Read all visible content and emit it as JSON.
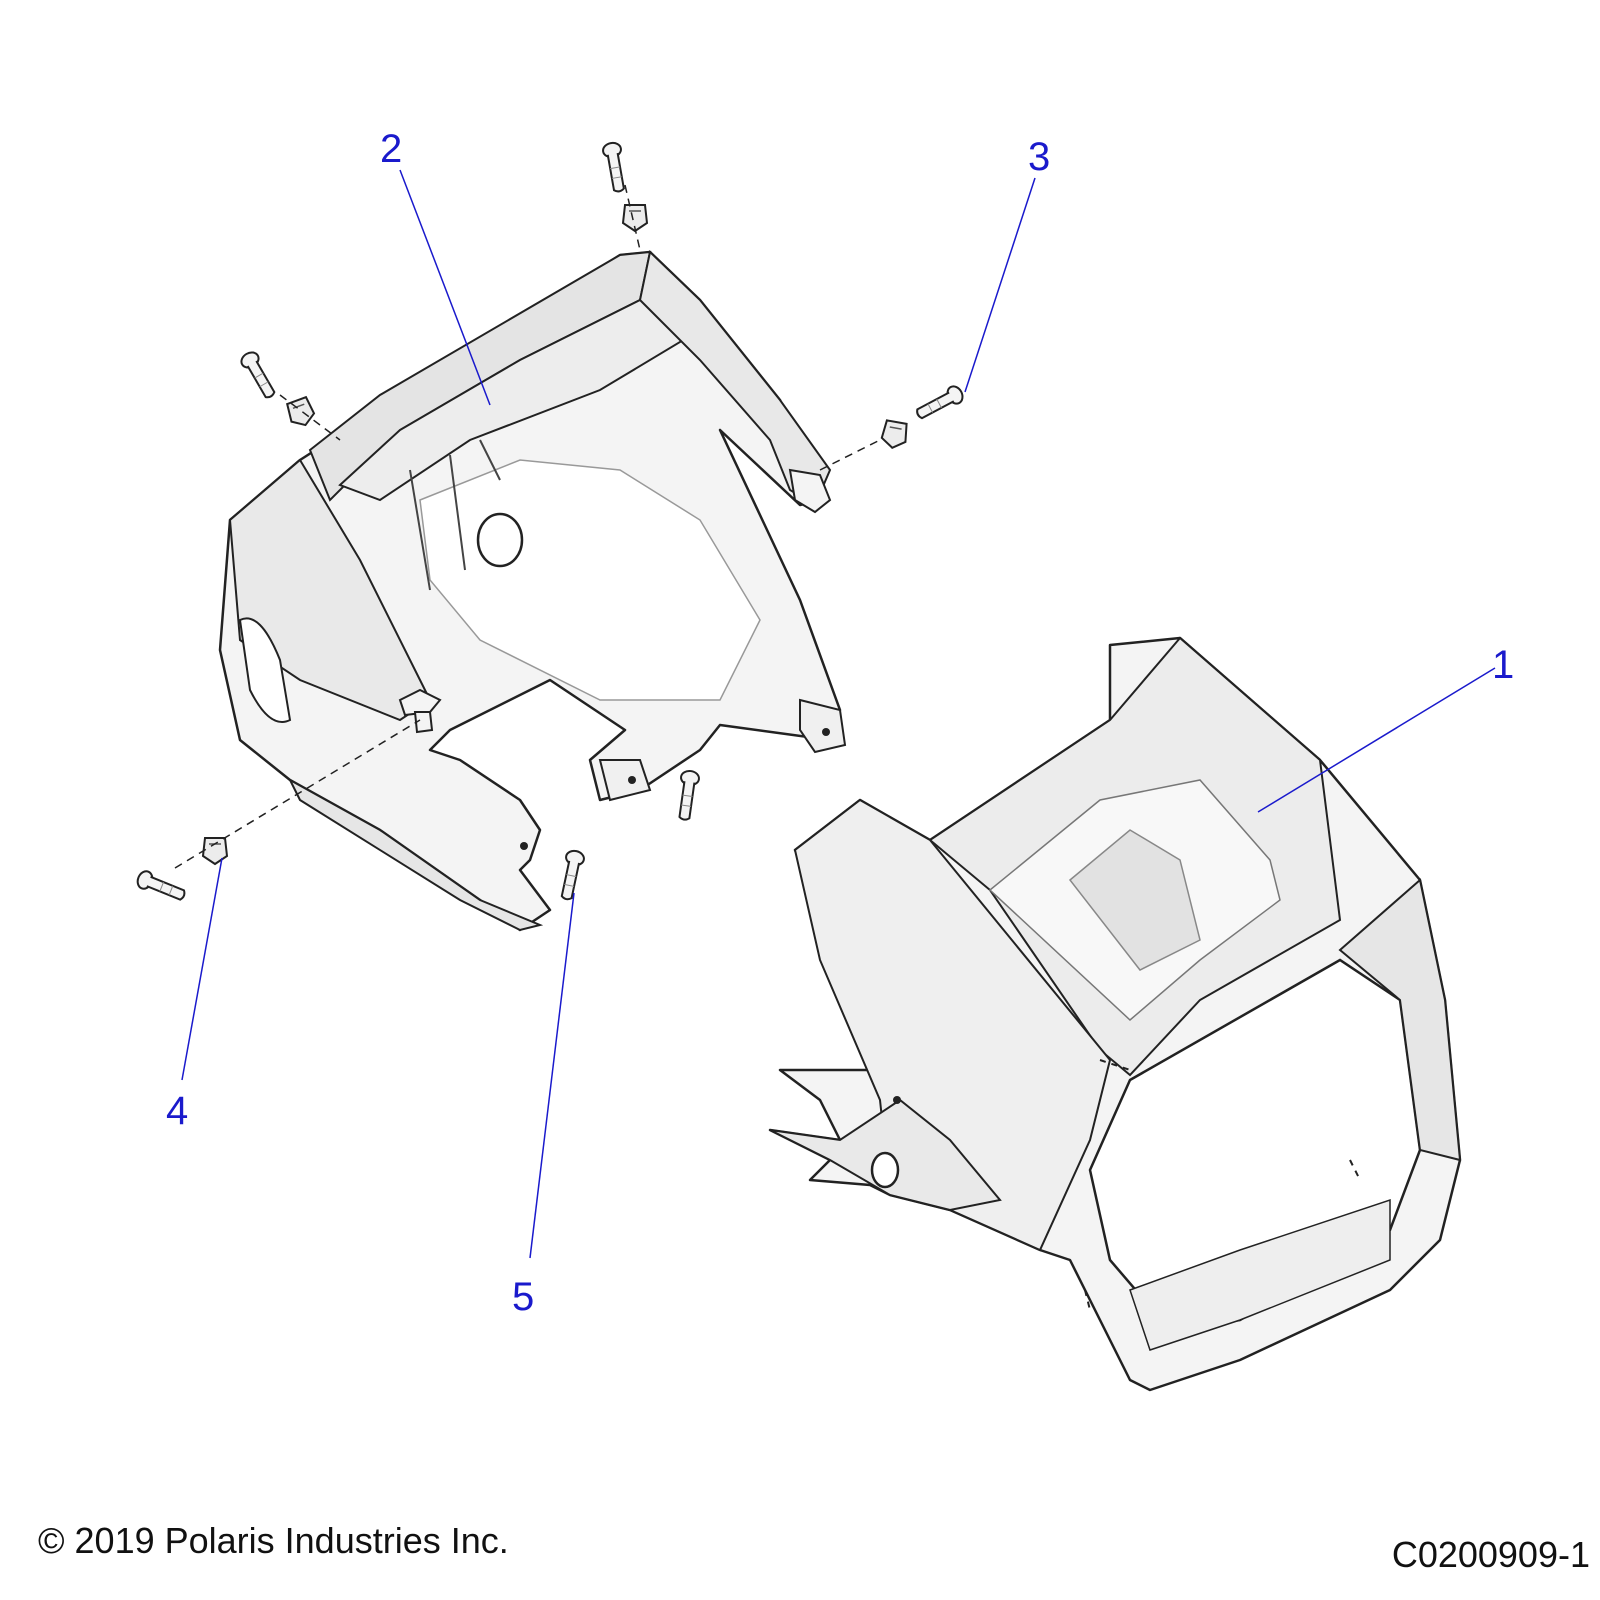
{
  "diagram": {
    "callouts": [
      {
        "id": "1",
        "label": "1"
      },
      {
        "id": "2",
        "label": "2"
      },
      {
        "id": "3",
        "label": "3"
      },
      {
        "id": "4",
        "label": "4"
      },
      {
        "id": "5",
        "label": "5"
      }
    ],
    "colors": {
      "callout": "#1a1acc",
      "line_art": "#222222",
      "part_fill": "#f4f4f4",
      "part_shade": "#dcdcdc"
    }
  },
  "footer": {
    "copyright": "© 2019 Polaris Industries Inc.",
    "figure_id": "C0200909-1"
  }
}
